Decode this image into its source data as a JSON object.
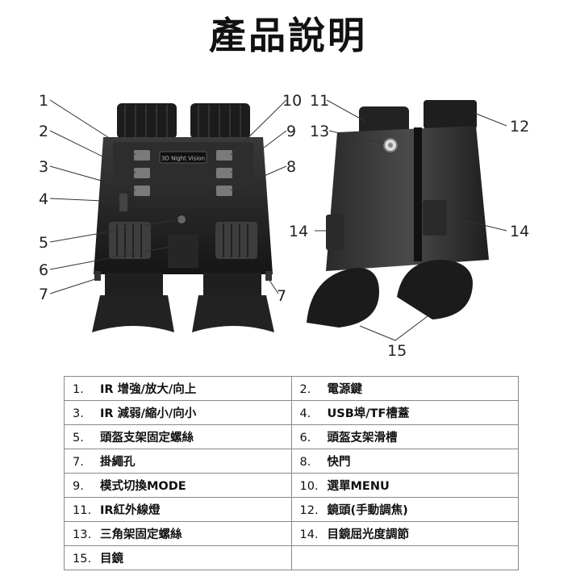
{
  "title": "產品說明",
  "device_label": "3D Night Vision",
  "callouts": [
    "1",
    "2",
    "3",
    "4",
    "5",
    "6",
    "7",
    "7",
    "8",
    "9",
    "10",
    "11",
    "12",
    "13",
    "14",
    "14",
    "15"
  ],
  "parts": [
    {
      "num": "1.",
      "label": "IR 增強/放大/向上"
    },
    {
      "num": "2.",
      "label": "電源鍵"
    },
    {
      "num": "3.",
      "label": "IR 減弱/縮小/向小"
    },
    {
      "num": "4.",
      "label": "USB埠/TF槽蓋"
    },
    {
      "num": "5.",
      "label": "頭盔支架固定螺絲"
    },
    {
      "num": "6.",
      "label": "頭盔支架滑槽"
    },
    {
      "num": "7.",
      "label": "掛繩孔"
    },
    {
      "num": "8.",
      "label": "快門"
    },
    {
      "num": "9.",
      "label": "模式切換MODE"
    },
    {
      "num": "10.",
      "label": "選單MENU"
    },
    {
      "num": "11.",
      "label": "IR紅外線燈"
    },
    {
      "num": "12.",
      "label": "鏡頭(手動調焦)"
    },
    {
      "num": "13.",
      "label": "三角架固定螺絲"
    },
    {
      "num": "14.",
      "label": "目鏡屈光度調節"
    },
    {
      "num": "15.",
      "label": "目鏡"
    },
    {
      "num": "",
      "label": ""
    }
  ]
}
